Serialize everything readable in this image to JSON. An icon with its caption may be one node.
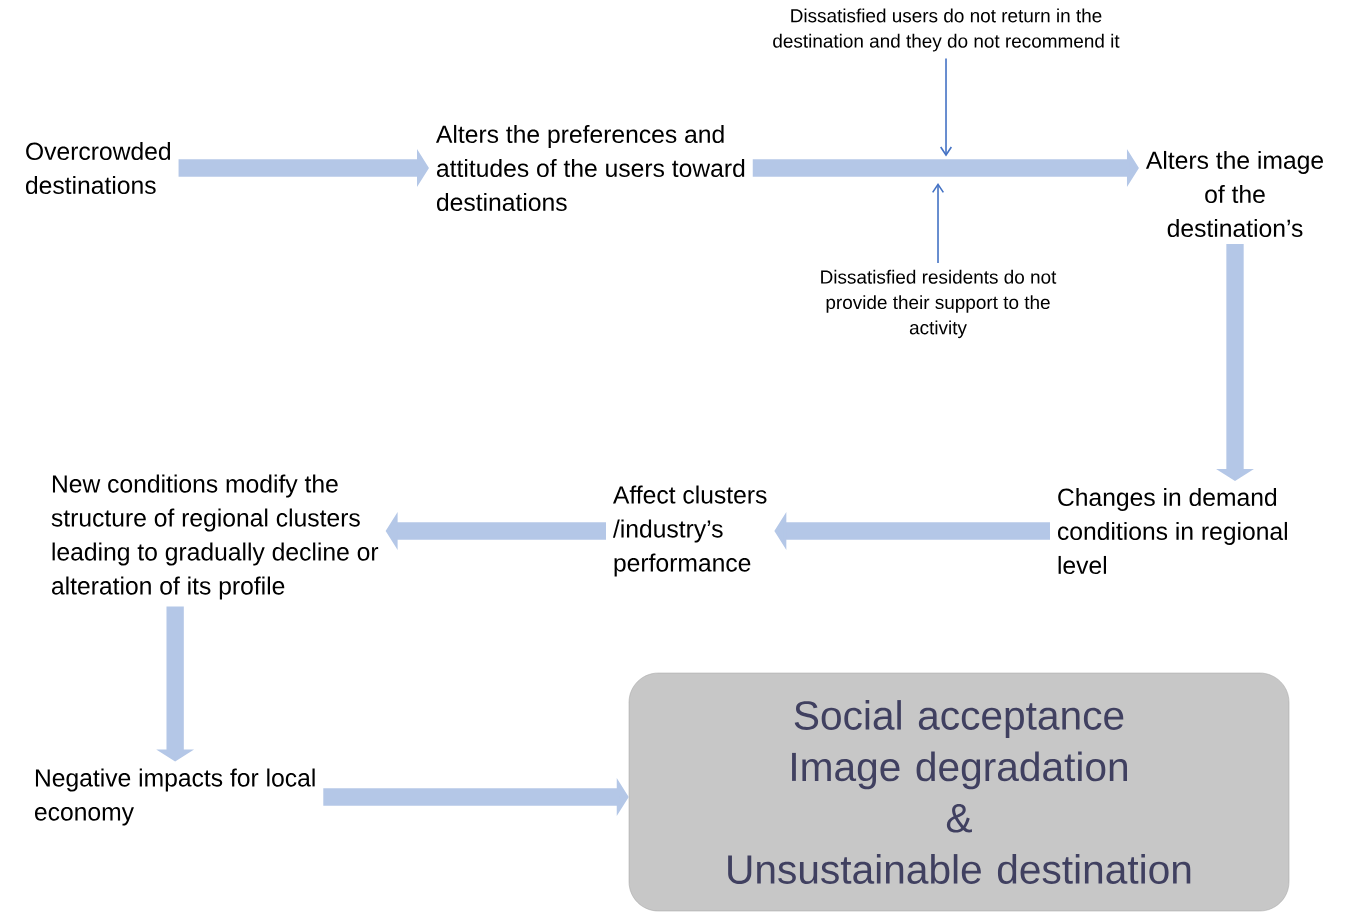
{
  "diagram": {
    "nodes": [
      {
        "text": [
          "Overcrowded destinations"
        ]
      },
      {
        "text": [
          "Alters the preferences and attitudes of the users toward destinations"
        ]
      },
      {
        "text": [
          "Alters the image of the destination’s"
        ]
      },
      {
        "text": [
          "Dissatisfied users do not return in the destination and they do not recommend it"
        ]
      },
      {
        "text": [
          "Dissatisfied residents do not provide their support to the activity"
        ]
      },
      {
        "text": [
          "Changes  in demand conditions in regional level"
        ]
      },
      {
        "text": [
          "Affect clusters /industry’s performance"
        ]
      },
      {
        "text": [
          "New conditions modify the structure of regional  clusters leading to gradually decline or alteration of its profile"
        ]
      },
      {
        "text": [
          "Negative impacts for local economy"
        ]
      },
      {
        "text": [
          "Social acceptance",
          "Image degradation",
          "&",
          "Unsustainable destination"
        ]
      }
    ],
    "edges": [
      {
        "from": 0,
        "to": 1,
        "arrow": "to"
      },
      {
        "from": 1,
        "to": 2,
        "arrow": "to"
      },
      {
        "from": 3,
        "to": null,
        "arrow": "to",
        "color": "#4472c4"
      },
      {
        "from": 4,
        "to": null,
        "arrow": "to",
        "color": "#4472c4"
      },
      {
        "from": 2,
        "to": 5,
        "arrow": "to"
      },
      {
        "from": 5,
        "to": 6,
        "arrow": "to"
      },
      {
        "from": 6,
        "to": 7,
        "arrow": "to"
      },
      {
        "from": 7,
        "to": 8,
        "arrow": "to"
      },
      {
        "from": 8,
        "to": 9,
        "arrow": "to"
      }
    ]
  }
}
